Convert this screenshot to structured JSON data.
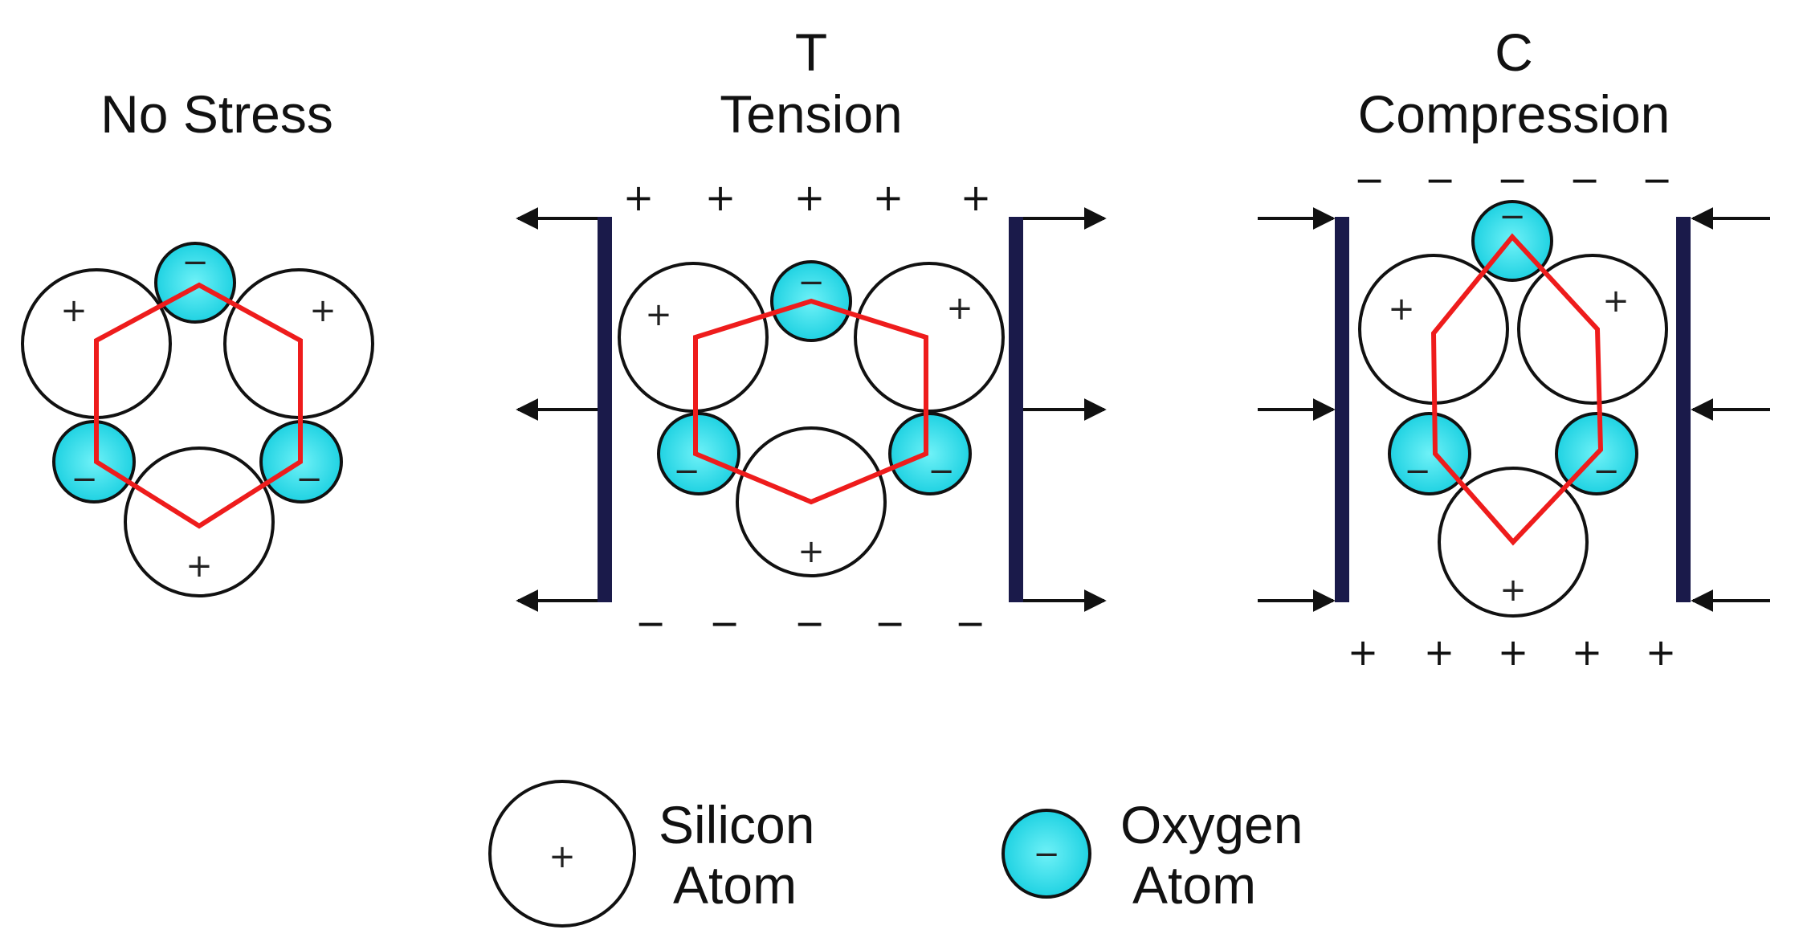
{
  "panels": {
    "no_stress": {
      "title": "No Stress"
    },
    "tension": {
      "letter": "T",
      "title": "Tension"
    },
    "compression": {
      "letter": "C",
      "title": "Compression"
    }
  },
  "legend": {
    "silicon": {
      "line1": "Silicon",
      "line2": "Atom",
      "sign": "+"
    },
    "oxygen": {
      "line1": "Oxygen",
      "line2": "Atom",
      "sign": "−"
    }
  },
  "signs": {
    "plus": "+",
    "minus": "−"
  },
  "colors": {
    "oxygen_fill": "#27d9e6",
    "hexagon": "#ee1c1c",
    "plate": "#1a1a4a",
    "outline": "#111111"
  }
}
